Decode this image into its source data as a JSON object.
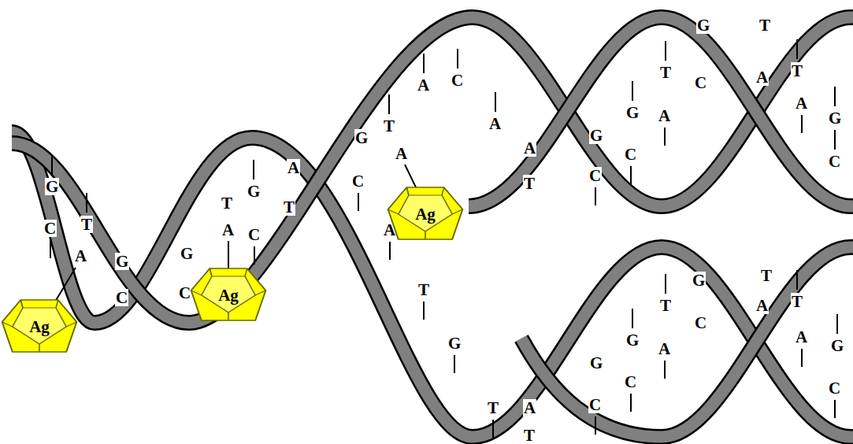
{
  "diagram": {
    "nodes": [
      {
        "text": [
          "Ag"
        ]
      },
      {
        "text": [
          "Ag"
        ]
      },
      {
        "text": [
          "Ag"
        ]
      }
    ],
    "labels": [
      "G",
      "C",
      "T",
      "A",
      "G",
      "C",
      "G",
      "C",
      "T",
      "G",
      "A",
      "C",
      "A",
      "T",
      "G",
      "T",
      "C",
      "A",
      "A",
      "A",
      "C",
      "A",
      "A",
      "T",
      "G",
      "C",
      "G",
      "C",
      "T",
      "A",
      "G",
      "C",
      "T",
      "A",
      "T",
      "A",
      "G",
      "C",
      "T",
      "G",
      "T",
      "A",
      "T",
      "G",
      "C",
      "G",
      "C",
      "T",
      "A",
      "G",
      "C",
      "T",
      "A",
      "T",
      "A",
      "G",
      "C"
    ]
  }
}
